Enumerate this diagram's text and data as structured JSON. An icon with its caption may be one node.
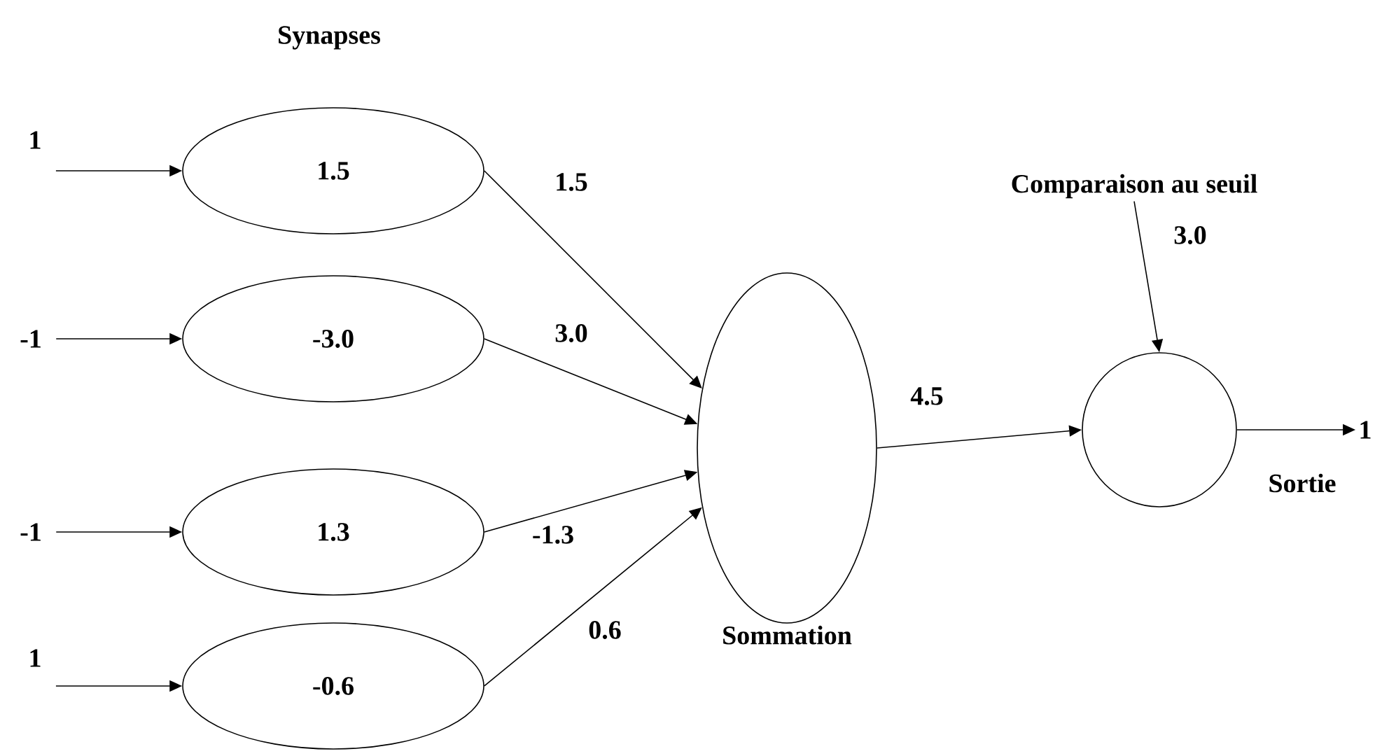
{
  "diagram": {
    "nodes": [
      {
        "text": [
          "1"
        ]
      },
      {
        "text": [
          "-1"
        ]
      },
      {
        "text": [
          "-1"
        ]
      },
      {
        "text": [
          "1"
        ]
      },
      {
        "text": [
          "1.5"
        ]
      },
      {
        "text": [
          "-3.0"
        ]
      },
      {
        "text": [
          "1.3"
        ]
      },
      {
        "text": [
          "-0.6"
        ]
      },
      {
        "text": [],
        "shape": "ellipse",
        "beside": [
          "Sommation"
        ]
      },
      {
        "text": [
          "Comparaison au seuil"
        ]
      },
      {
        "text": [],
        "shape": "circle"
      },
      {
        "text": [
          "1"
        ]
      }
    ],
    "edges": [
      {
        "from": 0,
        "to": 4,
        "arrow": "to"
      },
      {
        "from": 1,
        "to": 5,
        "arrow": "to"
      },
      {
        "from": 2,
        "to": 6,
        "arrow": "to"
      },
      {
        "from": 3,
        "to": 7,
        "arrow": "to"
      },
      {
        "from": 4,
        "to": 8,
        "arrow": "to",
        "label": "1.5"
      },
      {
        "from": 5,
        "to": 8,
        "arrow": "to",
        "label": "3.0"
      },
      {
        "from": 6,
        "to": 8,
        "arrow": "to",
        "label": "-1.3"
      },
      {
        "from": 7,
        "to": 8,
        "arrow": "to",
        "label": "0.6"
      },
      {
        "from": 8,
        "to": 10,
        "arrow": "to",
        "label": "4.5"
      },
      {
        "from": 9,
        "to": 10,
        "arrow": "to",
        "label": "3.0"
      },
      {
        "from": 10,
        "to": 11,
        "arrow": "to",
        "label": "Sortie"
      }
    ],
    "labels": [
      "Synapses"
    ]
  }
}
